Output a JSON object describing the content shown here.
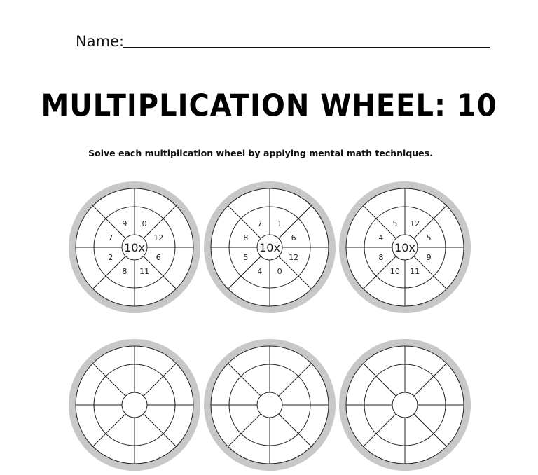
{
  "header": {
    "name_label": "Name:"
  },
  "title": "MULTIPLICATION WHEEL: 10",
  "instructions": "Solve each multiplication wheel by applying mental math techniques.",
  "colors": {
    "ring": "#c8c8c8",
    "line": "#222222"
  },
  "wheels": [
    {
      "center": "10x",
      "numbers": [
        "0",
        "12",
        "6",
        "11",
        "8",
        "2",
        "7",
        "9"
      ]
    },
    {
      "center": "10x",
      "numbers": [
        "1",
        "6",
        "12",
        "0",
        "4",
        "5",
        "8",
        "7"
      ]
    },
    {
      "center": "10x",
      "numbers": [
        "12",
        "5",
        "9",
        "11",
        "10",
        "8",
        "4",
        "5"
      ]
    },
    {
      "center": "",
      "numbers": []
    },
    {
      "center": "",
      "numbers": []
    },
    {
      "center": "",
      "numbers": []
    }
  ]
}
